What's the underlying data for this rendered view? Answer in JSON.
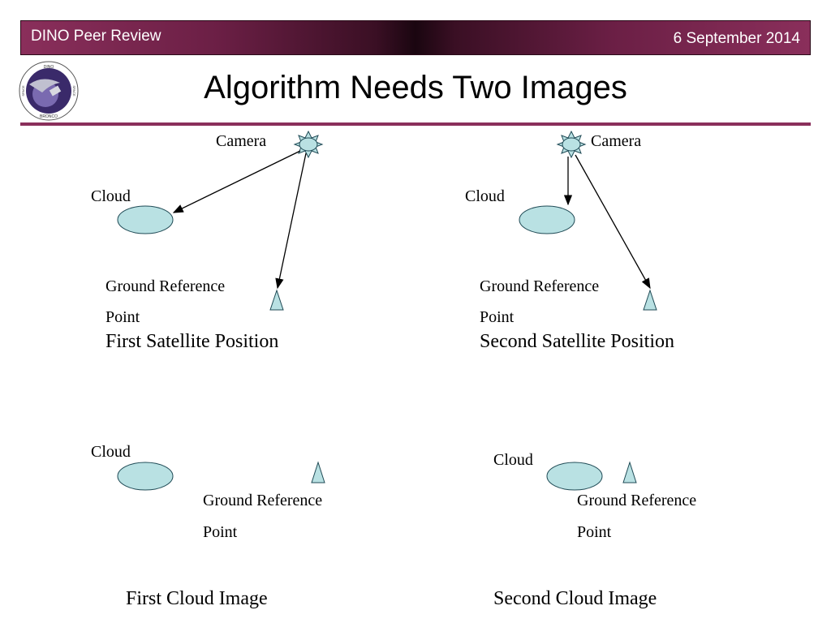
{
  "header": {
    "left_text": "DINO Peer Review",
    "right_text": "6 September 2014"
  },
  "logo": {
    "text_top": "DINO",
    "text_bottom": "BRONCO",
    "text_left": "SPACE",
    "text_right": "SPACE"
  },
  "slide": {
    "title": "Algorithm Needs Two Images"
  },
  "diagrams": {
    "first_position": {
      "camera_label": "Camera",
      "cloud_label": "Cloud",
      "ground_label_line1": "Ground Reference",
      "ground_label_line2": "Point",
      "caption": "First Satellite Position"
    },
    "second_position": {
      "camera_label": "Camera",
      "cloud_label": "Cloud",
      "ground_label_line1": "Ground Reference",
      "ground_label_line2": "Point",
      "caption": "Second Satellite Position"
    },
    "first_image": {
      "cloud_label": "Cloud",
      "ground_label_line1": "Ground Reference",
      "ground_label_line2": "Point",
      "caption": "First Cloud Image"
    },
    "second_image": {
      "cloud_label": "Cloud",
      "ground_label_line1": "Ground Reference",
      "ground_label_line2": "Point",
      "caption": "Second Cloud Image"
    }
  },
  "colors": {
    "accent": "#8a2f5b",
    "shape_fill": "#b9e1e3",
    "shape_stroke": "#1f4a55"
  }
}
